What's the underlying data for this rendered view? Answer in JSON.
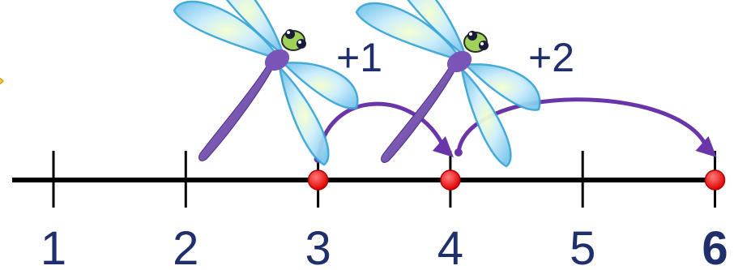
{
  "number_line": {
    "ticks": [
      {
        "label": "1",
        "value": 1,
        "bold": false
      },
      {
        "label": "2",
        "value": 2,
        "bold": false
      },
      {
        "label": "3",
        "value": 3,
        "bold": false
      },
      {
        "label": "4",
        "value": 4,
        "bold": false
      },
      {
        "label": "5",
        "value": 5,
        "bold": false
      },
      {
        "label": "6",
        "value": 6,
        "bold": true
      }
    ],
    "points": [
      3,
      4,
      6
    ],
    "label_color": "#1f2f6b",
    "line_color": "#000000",
    "point_color": "#ff1a1a"
  },
  "jumps": [
    {
      "label": "+1",
      "from": 3,
      "to": 4
    },
    {
      "label": "+2",
      "from": 4,
      "to": 6
    }
  ],
  "colors": {
    "arc": "#6a35a8",
    "dragonfly_body": "#7b54b8",
    "dragonfly_wing": "#bfe4f7",
    "dragonfly_wing_edge": "#3da6d8",
    "dragonfly_head": "#9fd25a",
    "partial_star": "#f4d03f"
  },
  "icons": [
    "dragonfly-icon",
    "dragonfly-icon",
    "star-icon"
  ]
}
